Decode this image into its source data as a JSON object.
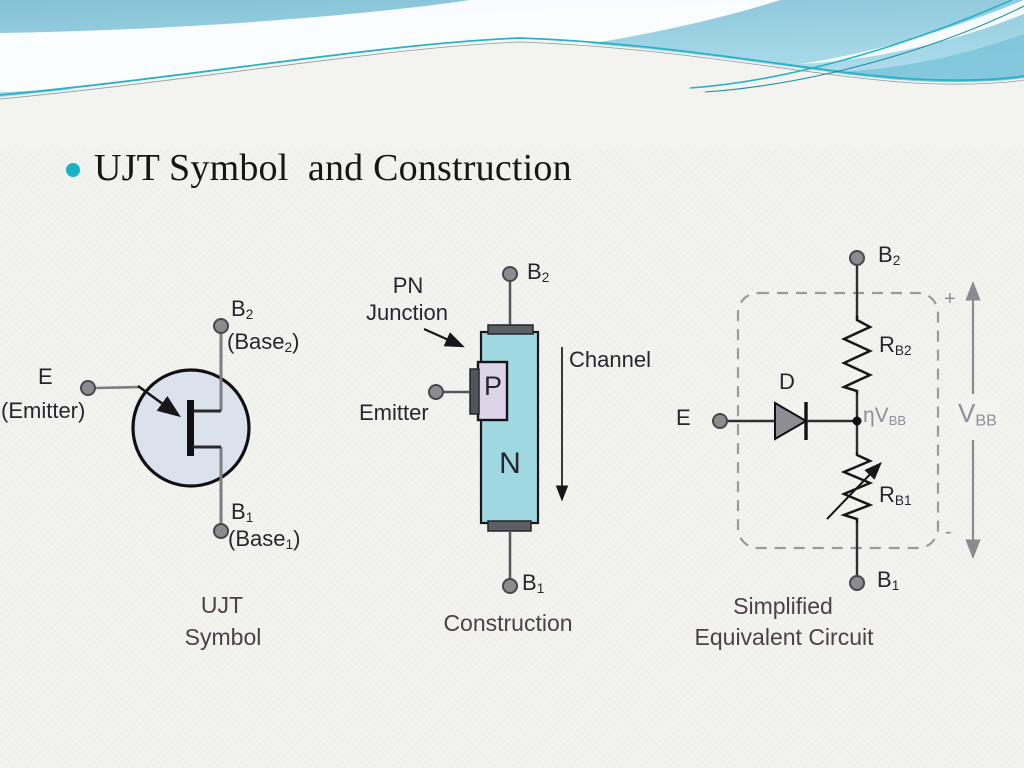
{
  "slide": {
    "title": "UJT Symbol  and Construction"
  },
  "colors": {
    "accent_teal": "#18b4c6",
    "sky_blue": "#8ac6da",
    "n_body_fill": "#a0d8e2",
    "p_region_fill": "#ded4e8",
    "symbol_circle_fill": "#dce2ec",
    "caption_text": "#4b4149",
    "label_text": "#26262e",
    "muted_text": "#8d8f9a"
  },
  "ujt_symbol": {
    "terminal_e": "E",
    "terminal_e_name": "(Emitter)",
    "terminal_b2": {
      "pre": "B",
      "sub": "2"
    },
    "terminal_b2_name": {
      "pre": "(Base",
      "sub": "2",
      "post": ")"
    },
    "terminal_b1": {
      "pre": "B",
      "sub": "1"
    },
    "terminal_b1_name": {
      "pre": "(Base",
      "sub": "1",
      "post": ")"
    },
    "caption_line1": "UJT",
    "caption_line2": "Symbol"
  },
  "construction": {
    "pn_junction_line1": "PN",
    "pn_junction_line2": "Junction",
    "terminal_b2": {
      "pre": "B",
      "sub": "2"
    },
    "terminal_b1": {
      "pre": "B",
      "sub": "1"
    },
    "channel": "Channel",
    "emitter": "Emitter",
    "p_region": "P",
    "n_region": "N",
    "caption": "Construction"
  },
  "equivalent_circuit": {
    "terminal_b2": {
      "pre": "B",
      "sub": "2"
    },
    "terminal_b1": {
      "pre": "B",
      "sub": "1"
    },
    "terminal_e": "E",
    "diode": "D",
    "r_b2": {
      "pre": "R",
      "sub": "B2"
    },
    "r_b1": {
      "pre": "R",
      "sub": "B1"
    },
    "eta_vbb": {
      "pre": "ηV",
      "sub": "BB"
    },
    "v_bb": {
      "pre": "V",
      "sub": "BB"
    },
    "plus": "+",
    "minus": "-",
    "caption_line1": "Simplified",
    "caption_line2": "Equivalent Circuit"
  }
}
